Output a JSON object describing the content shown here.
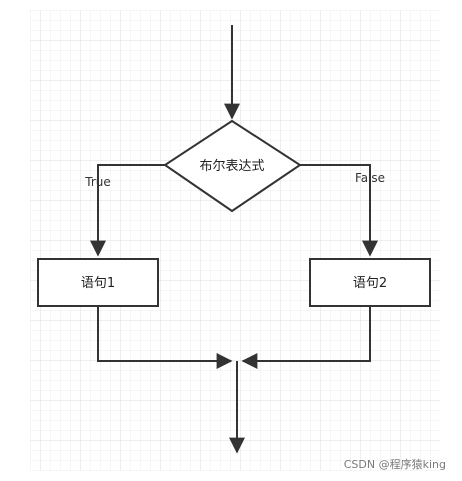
{
  "diagram": {
    "type": "flowchart",
    "decision": {
      "label": "布尔表达式"
    },
    "branch_true": {
      "label": "True"
    },
    "branch_false": {
      "label": "False"
    },
    "statement_1": {
      "label": "语句1"
    },
    "statement_2": {
      "label": "语句2"
    }
  },
  "watermark": {
    "text": "CSDN @程序猿king"
  },
  "colors": {
    "background": "#ffffff",
    "grid": "#e6e6e6",
    "stroke": "#333333",
    "box_fill": "#ffffff"
  }
}
